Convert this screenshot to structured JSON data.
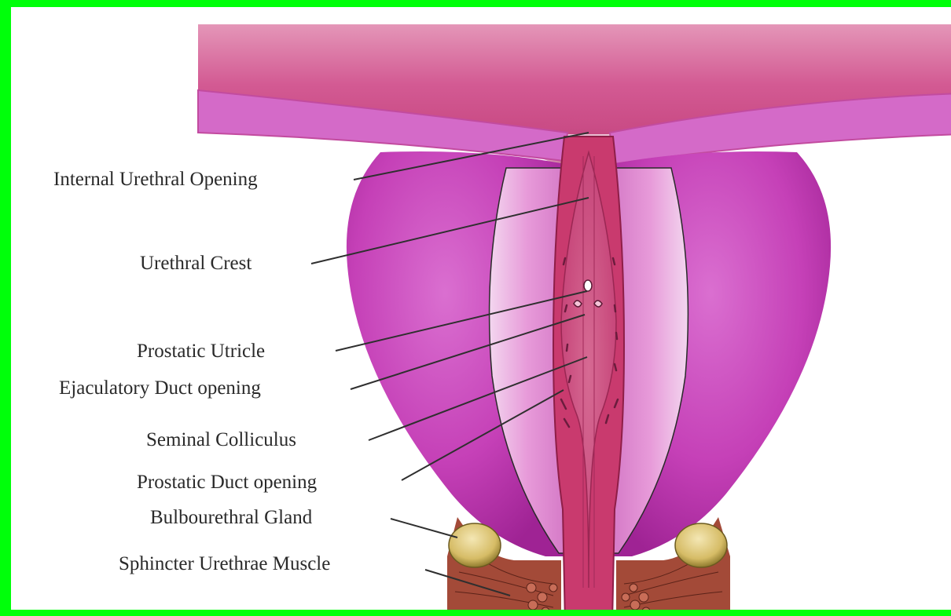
{
  "labels": {
    "internal_urethral_opening": "Internal Urethral Opening",
    "urethral_crest": "Urethral Crest",
    "prostatic_utricle": "Prostatic Utricle",
    "ejaculatory_duct_opening": "Ejaculatory Duct opening",
    "seminal_colliculus": "Seminal Colliculus",
    "prostatic_duct_opening": "Prostatic Duct opening",
    "bulbourethral_gland": "Bulbourethral Gland",
    "sphincter_urethrae_muscle": "Sphincter Urethrae Muscle"
  },
  "colors": {
    "frame_border": "#00ff0a",
    "bladder": "#d2558f",
    "bladder_wall": "#d46ac8",
    "prostate": "#c43fb3",
    "prostate_inner": "#e79ad7",
    "urethra": "#c93a6e",
    "gland": "#d8c070",
    "muscle": "#a34a38"
  }
}
